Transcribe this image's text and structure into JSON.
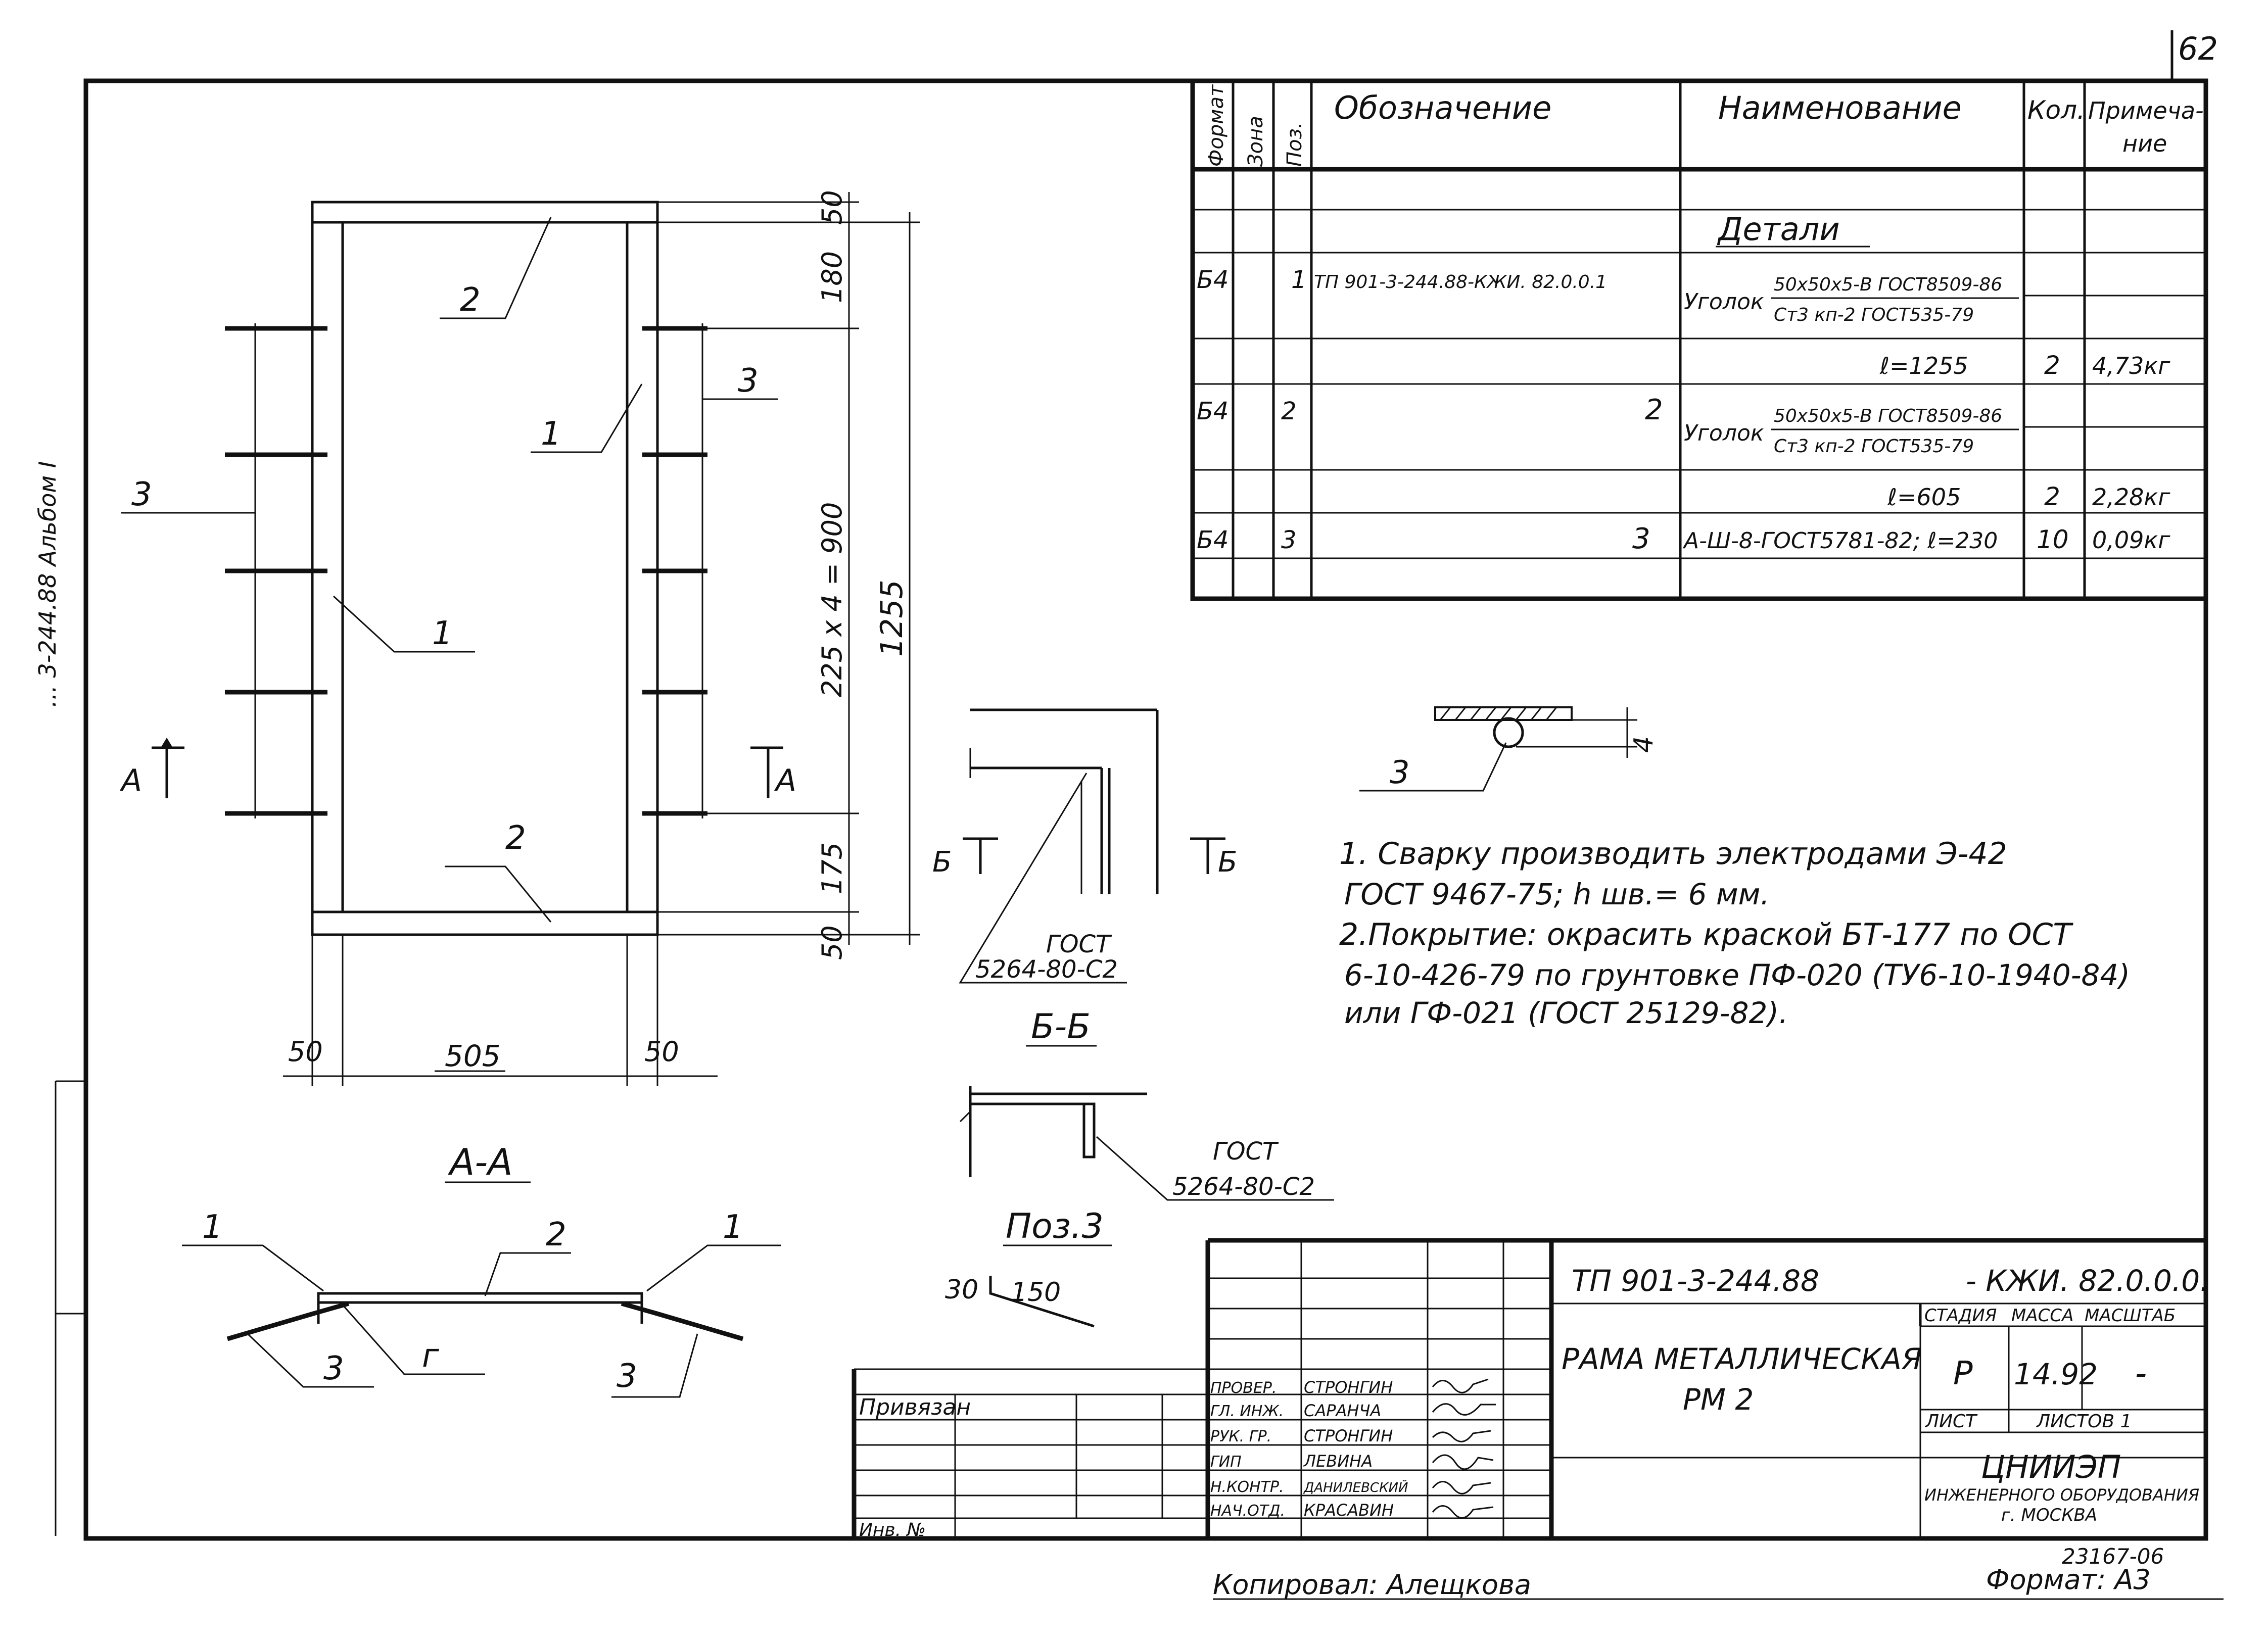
{
  "sheet": {
    "page_number": "62"
  },
  "left_margin": {
    "vertical_code": "... 3-244.88 Альбом I"
  },
  "spec_table": {
    "headers": {
      "format": "Формат",
      "zone": "Зона",
      "pos": "Поз.",
      "designation": "Обозначение",
      "name": "Наименование",
      "qty": "Кол.",
      "note_1": "Примеча-",
      "note_2": "ние"
    },
    "section_title": "Детали",
    "rows": [
      {
        "format": "Б4",
        "pos": "1",
        "designation": "ТП 901-3-244.88-КЖИ. 82.0.0.1",
        "name_main": "Уголок",
        "name_num": "50x50x5-В ГОСТ8509-86",
        "name_den": "Ст3 кп-2 ГОСТ535-79",
        "length": "ℓ=1255",
        "qty": "2",
        "note": "4,73кг"
      },
      {
        "format": "Б4",
        "pos": "2",
        "designation": "2",
        "name_main": "Уголок",
        "name_num": "50x50x5-В ГОСТ8509-86",
        "name_den": "Ст3 кп-2 ГОСТ535-79",
        "length": "ℓ=605",
        "qty": "2",
        "note": "2,28кг"
      },
      {
        "format": "Б4",
        "pos": "3",
        "designation": "3",
        "name_main": "А-Ш-8-ГОСТ5781-82; ℓ=230",
        "qty": "10",
        "note": "0,09кг"
      }
    ]
  },
  "plan_view": {
    "dims_right": {
      "top": "50",
      "d180": "180",
      "middle": "225 x 4 = 900",
      "total": "1255",
      "d175": "175",
      "bottom": "50"
    },
    "dims_bottom": {
      "left": "50",
      "mid": "505",
      "right": "50"
    },
    "labels": {
      "p1a": "1",
      "p1b": "1",
      "p2a": "2",
      "p2b": "2",
      "p3a": "3",
      "p3b": "3",
      "cut_left": "А",
      "cut_right": "А"
    }
  },
  "section_aa": {
    "title": "А-А",
    "p1l": "1",
    "p1r": "1",
    "p2": "2",
    "p3l": "3",
    "p3r": "3",
    "g": "г"
  },
  "section_bb": {
    "title": "Б-Б",
    "cut_left": "Б",
    "cut_right": "Б",
    "gost_1": "ГОСТ",
    "gost_2": "5264-80-С2"
  },
  "pos3_detail": {
    "title": "Поз.3",
    "gost_1": "ГОСТ",
    "gost_2": "5264-80-С2",
    "dim_a": "30",
    "dim_b": "150"
  },
  "weld_detail": {
    "pos": "3",
    "size": "4"
  },
  "notes": [
    "1. Сварку производить  электродами Э-42",
    "ГОСТ 9467-75;  h шв.= 6 мм.",
    "2.Покрытие: окрасить  краской  БТ-177 по ОСТ",
    "6-10-426-79  по  грунтовке  ПФ-020 (ТУ6-10-1940-84)",
    "или ГФ-021 (ГОСТ 25129-82)."
  ],
  "title_block": {
    "project_code": "ТП 901-3-244.88",
    "doc_code": "- КЖИ. 82.0.0.0.",
    "title_1": "РАМА МЕТАЛЛИЧЕСКАЯ",
    "title_2": "РМ 2",
    "stage_h": "СТАДИЯ",
    "mass_h": "МАССА",
    "scale_h": "МАСШТАБ",
    "stage": "Р",
    "mass": "14.92",
    "scale": "-",
    "sheet_h": "ЛИСТ",
    "sheets_h": "ЛИСТОВ 1",
    "org_1": "ЦНИИЭП",
    "org_2": "ИНЖЕНЕРНОГО ОБОРУДОВАНИЯ",
    "org_3": "г. МОСКВА",
    "tied": "Привязан",
    "inv": "Инв. №",
    "roles": [
      {
        "role": "ПРОВЕР.",
        "name": "СТРОНГИН"
      },
      {
        "role": "ГЛ. ИНЖ.",
        "name": "САРАНЧА"
      },
      {
        "role": "РУК. ГР.",
        "name": "СТРОНГИН"
      },
      {
        "role": "ГИП",
        "name": "ЛЕВИНА"
      },
      {
        "role": "Н.КОНТР.",
        "name": "ДАНИЛЕВСКИЙ"
      },
      {
        "role": "НАЧ.ОТД.",
        "name": "КРАСАВИН"
      }
    ]
  },
  "footer": {
    "copied": "Копировал: Алещкова",
    "number": "23167-06",
    "format": "Формат: А3"
  }
}
